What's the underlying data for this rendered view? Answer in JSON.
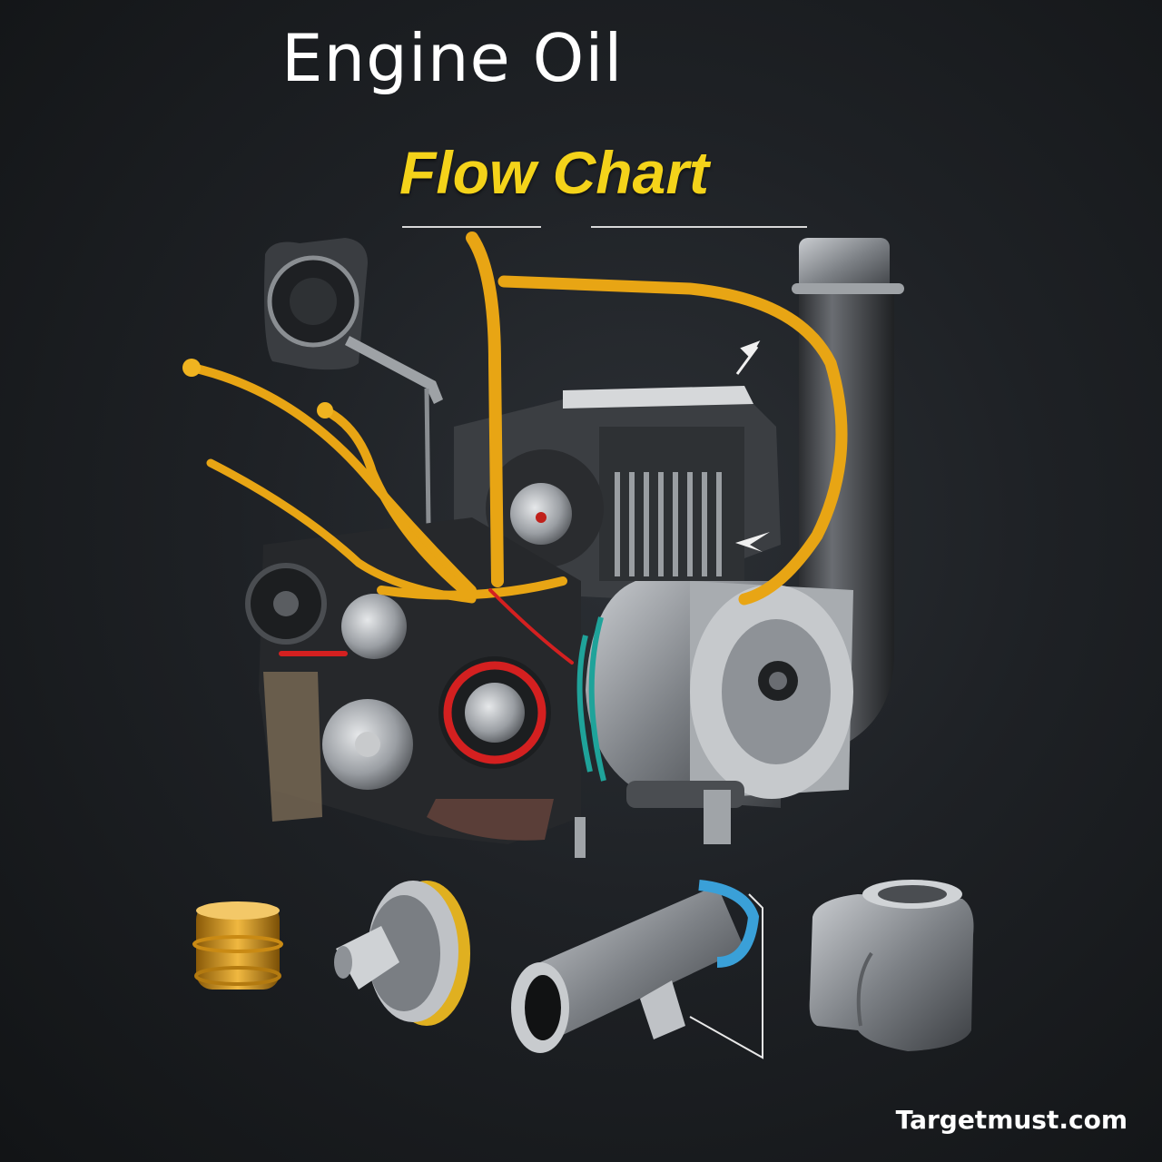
{
  "header": {
    "title": "Engine Oil",
    "subtitle": "Flow Chart"
  },
  "diagram": {
    "subject": "engine-oil-flow",
    "components": [
      {
        "name": "oil-pressure-sensor",
        "position": "top-left"
      },
      {
        "name": "engine-block",
        "position": "center"
      },
      {
        "name": "oil-filter-housing",
        "position": "center-right"
      },
      {
        "name": "oil-pipe-vertical",
        "position": "right"
      },
      {
        "name": "oil-seal-ring",
        "position": "bottom-1"
      },
      {
        "name": "oil-pump-rotor",
        "position": "bottom-2"
      },
      {
        "name": "oil-pickup-tube",
        "position": "bottom-3"
      },
      {
        "name": "oil-filter-canister",
        "position": "bottom-4"
      }
    ],
    "colors": {
      "oil_lines": "#e8a514",
      "title": "#ffffff",
      "subtitle": "#f4d31a",
      "accent_red": "#d42020",
      "accent_teal": "#1fa39a",
      "accent_blue": "#3aa0d8",
      "background": "#1e2125"
    }
  },
  "footer": {
    "watermark": "Targetmust.com"
  }
}
